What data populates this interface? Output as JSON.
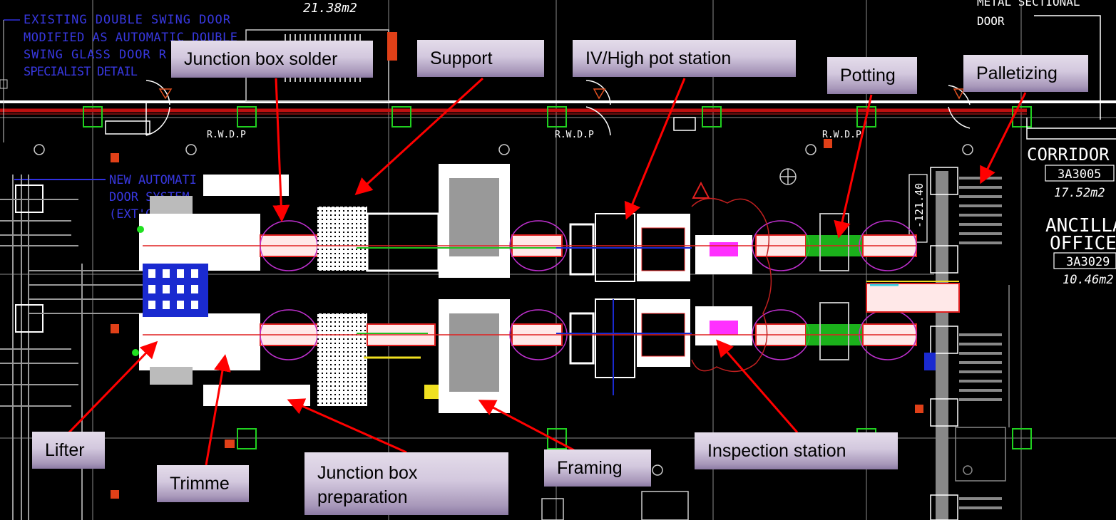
{
  "diagram": {
    "type": "factory floor layout (CAD)",
    "background_color": "#000000",
    "callout_color": "#d6cde0",
    "arrow_color": "#ff0000"
  },
  "cad_annotations": {
    "area_top": "21.38m2",
    "door_note": [
      "EXISTING DOUBLE SWING DOOR",
      "MODIFIED AS AUTOMATIC DOUBLE",
      "SWING GLASS DOOR R",
      "SPECIALIST DETAIL"
    ],
    "new_door_note": [
      "NEW AUTOMATI",
      "DOOR SYSTEM",
      "(EXT'G"
    ],
    "metal_door": [
      "METAL  SECTIONAL",
      "DOOR"
    ],
    "rwdp": "R.W.D.P",
    "corridor": {
      "name": "CORRIDOR",
      "code": "3A3005",
      "area": "17.52m2"
    },
    "office": {
      "name1": "ANCILLA",
      "name2": "OFFICE",
      "code": "3A3029",
      "area": "10.46m2"
    },
    "level": "-121.40"
  },
  "callouts": [
    {
      "id": "junction-box-solder",
      "label": "Junction box solder"
    },
    {
      "id": "support",
      "label": "Support"
    },
    {
      "id": "iv-high-pot-station",
      "label": "IV/High pot station"
    },
    {
      "id": "potting",
      "label": "Potting"
    },
    {
      "id": "palletizing",
      "label": "Palletizing"
    },
    {
      "id": "lifter",
      "label": "Lifter"
    },
    {
      "id": "trimme",
      "label": "Trimme"
    },
    {
      "id": "junction-box-preparation",
      "label": "Junction box preparation",
      "lines": [
        "Junction box",
        "preparation"
      ]
    },
    {
      "id": "framing",
      "label": "Framing"
    },
    {
      "id": "inspection-station",
      "label": "Inspection station"
    }
  ]
}
